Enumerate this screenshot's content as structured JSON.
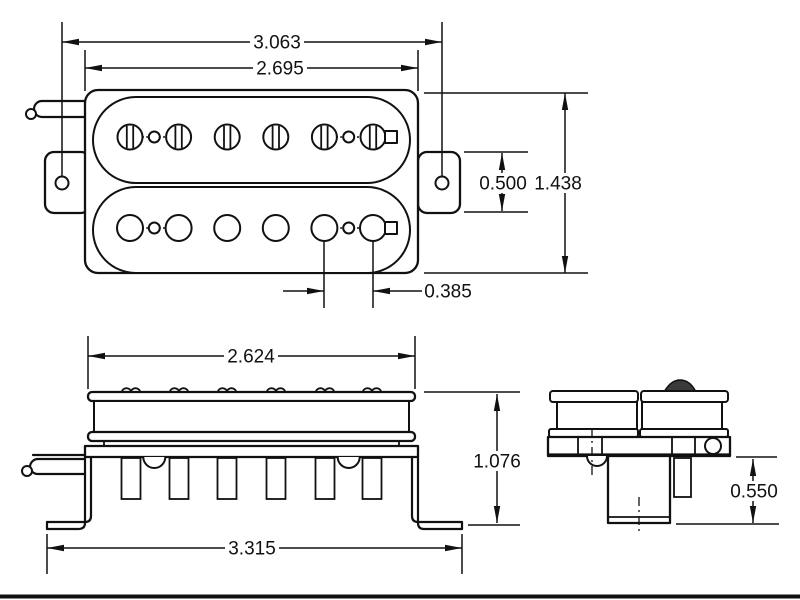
{
  "diagram": {
    "subject": "humbucker-pickup-dimensional-drawing",
    "colors": {
      "ink": "#111111",
      "background": "#ffffff"
    },
    "pole_count_per_coil": 6,
    "views": {
      "top": {
        "dims": {
          "mount_hole_spacing": "3.063",
          "body_width": "2.695",
          "body_height": "1.438",
          "tab_height": "0.500",
          "pole_spacing": "0.385"
        }
      },
      "side": {
        "dims": {
          "bobbin_length": "2.624",
          "overall_height": "1.076",
          "base_span": "3.315"
        }
      },
      "end": {
        "dims": {
          "leg_depth": "0.550"
        }
      }
    }
  }
}
